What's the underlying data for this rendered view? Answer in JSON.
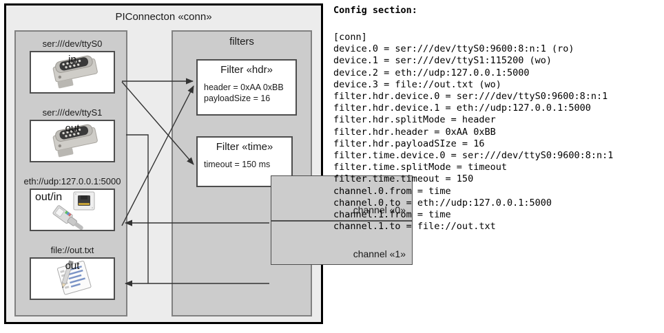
{
  "diagram": {
    "title": "PIConnecton «conn»",
    "devices_panel": {
      "name": "devices",
      "items": [
        {
          "label": "ser:///dev/ttyS0",
          "direction": "in",
          "icon": "serial-port-icon"
        },
        {
          "label": "ser:///dev/ttyS1",
          "direction": "out",
          "icon": "serial-port-icon"
        },
        {
          "label": "eth://udp:127.0.0.1:5000",
          "direction": "out/in",
          "icon": "ethernet-jack-icon"
        },
        {
          "label": "file://out.txt",
          "direction": "out",
          "icon": "text-file-icon"
        }
      ]
    },
    "filters_panel": {
      "title": "filters",
      "filters": [
        {
          "title": "Filter «hdr»",
          "props": [
            "header = 0xAA 0xBB",
            "payloadSize = 16"
          ]
        },
        {
          "title": "Filter «time»",
          "props": [
            "timeout = 150 ms"
          ]
        }
      ],
      "channels": [
        {
          "label": "channel «0»"
        },
        {
          "label": "channel «1»"
        }
      ]
    }
  },
  "config": {
    "heading": "Config section:",
    "lines": [
      "[conn]",
      "device.0 = ser:///dev/ttyS0:9600:8:n:1 (ro)",
      "device.1 = ser:///dev/ttyS1:115200 (wo)",
      "device.2 = eth://udp:127.0.0.1:5000",
      "device.3 = file://out.txt (wo)",
      "filter.hdr.device.0 = ser:///dev/ttyS0:9600:8:n:1",
      "filter.hdr.device.1 = eth://udp:127.0.0.1:5000",
      "filter.hdr.splitMode = header",
      "filter.hdr.header = 0xAA 0xBB",
      "filter.hdr.payloadSIze = 16",
      "filter.time.device.0 = ser:///dev/ttyS0:9600:8:n:1",
      "filter.time.splitMode = timeout",
      "filter.time.timeout = 150",
      "channel.0.from = time",
      "channel.0.to = eth://udp:127.0.0.1:5000",
      "channel.1.from = time",
      "channel.1.to = file://out.txt"
    ]
  },
  "colors": {
    "outer_panel": "#ececec",
    "inner_panel": "#cccccc",
    "box_fill": "#ffffff",
    "border_dark": "#000000",
    "border_gray": "#808080",
    "arrow": "#333333"
  }
}
